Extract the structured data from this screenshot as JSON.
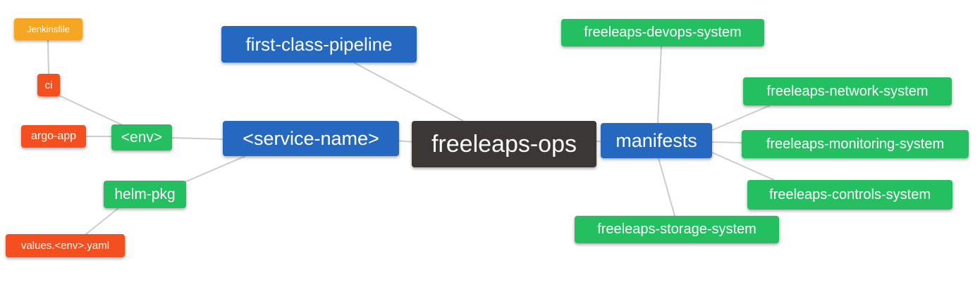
{
  "diagram": {
    "type": "mindmap",
    "root_label": "freeleaps-ops"
  },
  "palette": {
    "blue": "#2468c0",
    "green": "#23bf61",
    "amber": "#f5a623",
    "red": "#f4501f",
    "dark": "#3a3734",
    "line": "#cccccc",
    "background": "#ffffff",
    "text": "#ffffff"
  },
  "nodes": [
    {
      "id": "jenkinsfile",
      "label": "Jenkinsfile",
      "role": "amber"
    },
    {
      "id": "ci",
      "label": "ci",
      "role": "red"
    },
    {
      "id": "argo-app",
      "label": "argo-app",
      "role": "red"
    },
    {
      "id": "env",
      "label": "<env>",
      "role": "green"
    },
    {
      "id": "helm-pkg",
      "label": "helm-pkg",
      "role": "green"
    },
    {
      "id": "values-env-yaml",
      "label": "values.<env>.yaml",
      "role": "red"
    },
    {
      "id": "service-name",
      "label": "<service-name>",
      "role": "blue"
    },
    {
      "id": "first-class-pipeline",
      "label": "first-class-pipeline",
      "role": "blue"
    },
    {
      "id": "freeleaps-ops",
      "label": "freeleaps-ops",
      "role": "dark"
    },
    {
      "id": "manifests",
      "label": "manifests",
      "role": "blue"
    },
    {
      "id": "freeleaps-devops-system",
      "label": "freeleaps-devops-system",
      "role": "green"
    },
    {
      "id": "freeleaps-network-system",
      "label": "freeleaps-network-system",
      "role": "green"
    },
    {
      "id": "freeleaps-monitoring-system",
      "label": "freeleaps-monitoring-system",
      "role": "green"
    },
    {
      "id": "freeleaps-controls-system",
      "label": "freeleaps-controls-system",
      "role": "green"
    },
    {
      "id": "freeleaps-storage-system",
      "label": "freeleaps-storage-system",
      "role": "green"
    }
  ],
  "edges": [
    {
      "from": "jenkinsfile",
      "to": "ci"
    },
    {
      "from": "ci",
      "to": "env"
    },
    {
      "from": "argo-app",
      "to": "env"
    },
    {
      "from": "env",
      "to": "service-name"
    },
    {
      "from": "service-name",
      "to": "helm-pkg"
    },
    {
      "from": "helm-pkg",
      "to": "values-env-yaml"
    },
    {
      "from": "service-name",
      "to": "freeleaps-ops"
    },
    {
      "from": "first-class-pipeline",
      "to": "freeleaps-ops"
    },
    {
      "from": "freeleaps-ops",
      "to": "manifests"
    },
    {
      "from": "manifests",
      "to": "freeleaps-devops-system"
    },
    {
      "from": "manifests",
      "to": "freeleaps-network-system"
    },
    {
      "from": "manifests",
      "to": "freeleaps-monitoring-system"
    },
    {
      "from": "manifests",
      "to": "freeleaps-controls-system"
    },
    {
      "from": "manifests",
      "to": "freeleaps-storage-system"
    }
  ]
}
